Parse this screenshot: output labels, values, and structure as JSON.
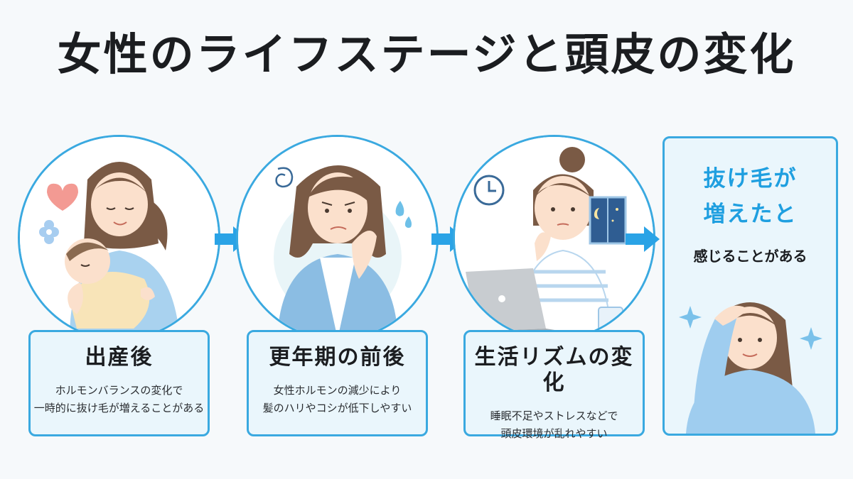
{
  "title": "女性のライフステージと頭皮の変化",
  "stages": [
    {
      "title": "出産後",
      "desc": [
        "ホルモンバランスの変化で",
        "一時的に抜け毛が増えることがある"
      ],
      "icons": [
        "mother-baby-illustration",
        "heart-icon",
        "flower-icon"
      ]
    },
    {
      "title": "更年期の前後",
      "desc": [
        "女性ホルモンの減少により",
        "髪のハリやコシが低下しやすい"
      ],
      "icons": [
        "worried-woman-illustration",
        "swirl-icon",
        "sweat-drop-icon"
      ]
    },
    {
      "title": "生活リズムの変化",
      "desc": [
        "睡眠不足やストレスなどで",
        "頭皮環境が乱れやすい"
      ],
      "icons": [
        "woman-laptop-illustration",
        "clock-icon",
        "night-window-icon",
        "mug-icon"
      ]
    }
  ],
  "conclusion": {
    "line1": "抜け毛が",
    "line2": "増えたと",
    "line3": "感じることがある",
    "icons": [
      "woman-touching-hair-illustration",
      "sparkle-icon"
    ]
  },
  "colors": {
    "accent": "#3aa9e0",
    "accent_text": "#1f9fe0",
    "card_bg": "#eaf6fc",
    "arrow": "#2aa3e6"
  }
}
